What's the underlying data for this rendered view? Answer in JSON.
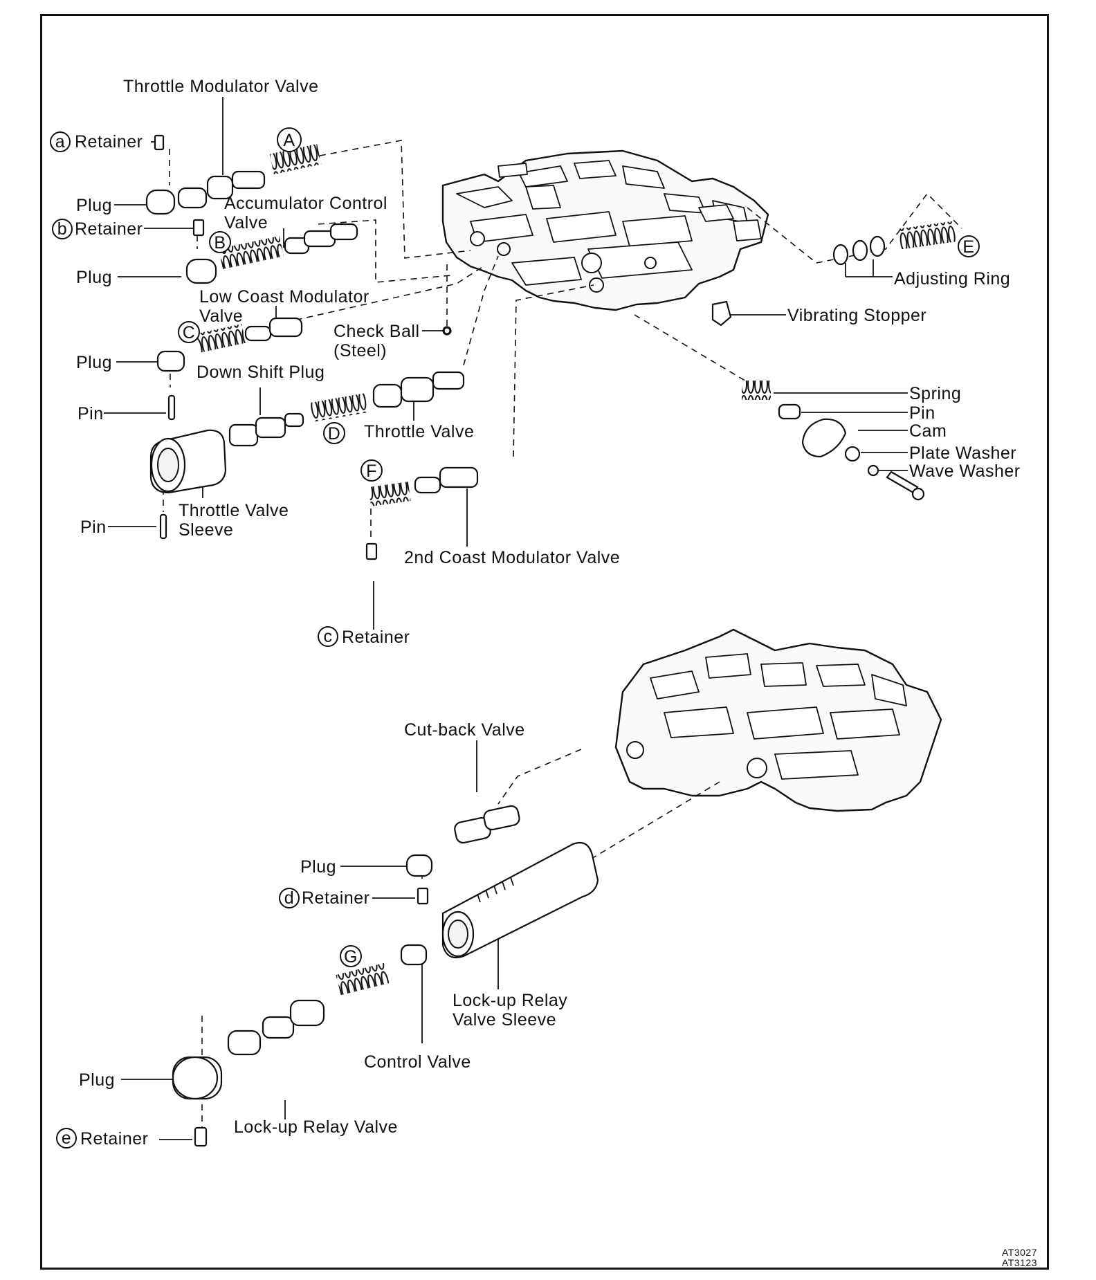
{
  "labels": {
    "throttle_modulator_valve": "Throttle Modulator Valve",
    "retainer_a": "Retainer",
    "plug_1": "Plug",
    "accumulator_control_valve_1": "Accumulator Control",
    "accumulator_control_valve_2": "Valve",
    "retainer_b": "Retainer",
    "plug_2": "Plug",
    "low_coast_modulator_valve_1": "Low Coast Modulator",
    "low_coast_modulator_valve_2": "Valve",
    "check_ball_1": "Check Ball",
    "check_ball_2": "(Steel)",
    "plug_3": "Plug",
    "down_shift_plug": "Down Shift Plug",
    "pin_1": "Pin",
    "throttle_valve": "Throttle Valve",
    "throttle_valve_sleeve_1": "Throttle Valve",
    "throttle_valve_sleeve_2": "Sleeve",
    "pin_2": "Pin",
    "second_coast_modulator_valve": "2nd Coast Modulator Valve",
    "retainer_c": "Retainer",
    "adjusting_ring": "Adjusting Ring",
    "vibrating_stopper": "Vibrating Stopper",
    "spring": "Spring",
    "pin_3": "Pin",
    "cam": "Cam",
    "plate_washer": "Plate Washer",
    "wave_washer": "Wave Washer",
    "cut_back_valve": "Cut-back Valve",
    "plug_4": "Plug",
    "retainer_d": "Retainer",
    "lock_up_relay_valve_sleeve_1": "Lock-up Relay",
    "lock_up_relay_valve_sleeve_2": "Valve Sleeve",
    "control_valve": "Control Valve",
    "plug_5": "Plug",
    "lock_up_relay_valve": "Lock-up Relay Valve",
    "retainer_e": "Retainer"
  },
  "markers": {
    "A": "A",
    "B": "B",
    "C": "C",
    "D": "D",
    "E": "E",
    "F": "F",
    "G": "G",
    "a": "a",
    "b": "b",
    "c": "c",
    "d": "d",
    "e": "e"
  },
  "codes": {
    "code_1": "AT3027",
    "code_2": "AT3123"
  }
}
